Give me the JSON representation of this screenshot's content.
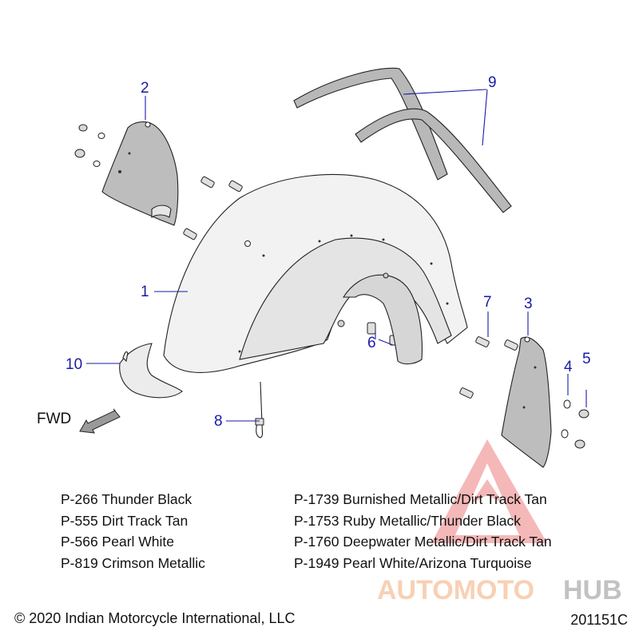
{
  "callouts": {
    "c1": "1",
    "c2": "2",
    "c3": "3",
    "c4": "4",
    "c5": "5",
    "c6": "6",
    "c7": "7",
    "c8": "8",
    "c9": "9",
    "c10": "10"
  },
  "fwd_label": "FWD",
  "colors_left": [
    "P-266 Thunder Black",
    "P-555 Dirt Track Tan",
    "P-566 Pearl White",
    "P-819 Crimson Metallic"
  ],
  "colors_right": [
    "P-1739 Burnished Metallic/Dirt Track Tan",
    "P-1753 Ruby Metallic/Thunder Black",
    "P-1760 Deepwater Metallic/Dirt Track Tan",
    "P-1949 Pearl White/Arizona Turquoise"
  ],
  "copyright": "© 2020 Indian Motorcycle International, LLC",
  "diagram_code": "201151C",
  "watermark": {
    "text_a": "AUTOMOTO",
    "text_b": "HUB",
    "color_a": "#f5b183",
    "color_b": "#9a9a9a",
    "logo_color": "#f08a8a"
  },
  "palette": {
    "callout": "#1a1aa8",
    "fender_fill": "#f2f2f2",
    "panel_fill": "#bdbdbd"
  }
}
